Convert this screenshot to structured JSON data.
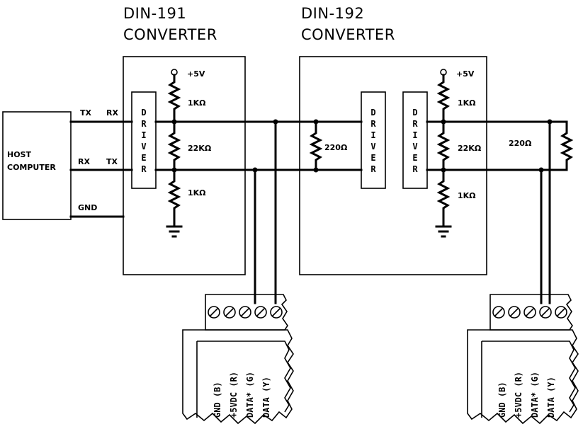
{
  "converters": [
    {
      "title_line1": "DIN-191",
      "title_line2": "CONVERTER"
    },
    {
      "title_line1": "DIN-192",
      "title_line2": "CONVERTER"
    }
  ],
  "host": {
    "line1": "HOST",
    "line2": "COMPUTER"
  },
  "pins": {
    "tx_left": "TX",
    "rx_right": "RX",
    "rx_left": "RX",
    "tx_right": "TX",
    "gnd": "GND"
  },
  "driver_letters": [
    "D",
    "R",
    "I",
    "V",
    "E",
    "R"
  ],
  "din191": {
    "vplus": "+5V",
    "r_top": "1KΩ",
    "r_mid": "22KΩ",
    "r_bot": "1KΩ"
  },
  "din192": {
    "r_term_left": "220Ω",
    "vplus": "+5V",
    "r_top": "1KΩ",
    "r_mid": "22KΩ",
    "r_bot": "1KΩ",
    "r_term_right": "220Ω"
  },
  "terminal_labels": [
    "GND (B)",
    "+5VDC (R)",
    "DATA* (G)",
    "DATA (Y)"
  ]
}
